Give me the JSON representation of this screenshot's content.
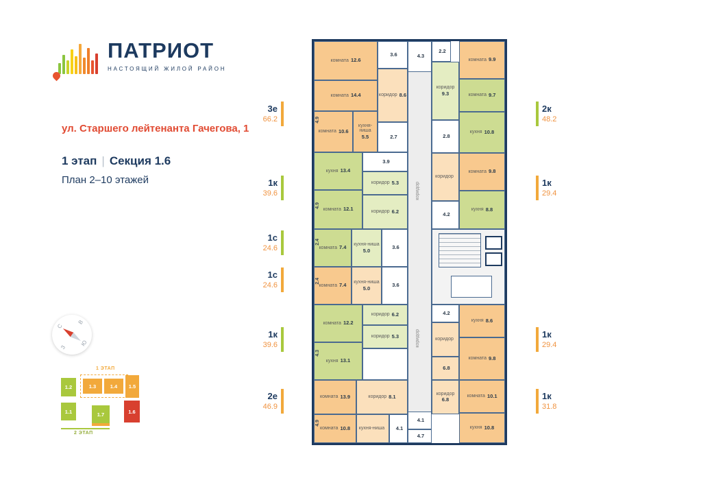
{
  "colors": {
    "navy": "#1d3a5f",
    "orange": "#f2a93b",
    "green": "#a9c83d",
    "red": "#d8402f",
    "address_red": "#e14b33"
  },
  "logo": {
    "title": "ПАТРИОТ",
    "subtitle": "НАСТОЯЩИЙ ЖИЛОЙ РАЙОН"
  },
  "header": {
    "address": "ул. Старшего лейтенанта Гачегова, 1",
    "stage": "1 этап",
    "separator": "|",
    "section": "Секция 1.6",
    "plan_range": "План 2–10 этажей"
  },
  "compass": {
    "north": "С",
    "south": "Ю",
    "west": "З",
    "east": "В"
  },
  "site_map": {
    "stage1_label": "1 ЭТАП",
    "stage2_label": "2 ЭТАП",
    "blocks": [
      {
        "label": "1.2",
        "color": "#a9c83d"
      },
      {
        "label": "1.3",
        "color": "#f2a93b"
      },
      {
        "label": "1.4",
        "color": "#f2a93b"
      },
      {
        "label": "1.5",
        "color": "#f2a93b"
      },
      {
        "label": "1.1",
        "color": "#a9c83d"
      },
      {
        "label": "1.7",
        "color": "#a9c83d"
      },
      {
        "label": "1.6",
        "color": "#d8402f"
      }
    ]
  },
  "apartments_left": [
    {
      "type": "3е",
      "area": "66.2",
      "accent": "#f2a93b"
    },
    {
      "type": "1к",
      "area": "39.6",
      "accent": "#a9c83d"
    },
    {
      "type": "1с",
      "area": "24.6",
      "accent": "#a9c83d"
    },
    {
      "type": "1с",
      "area": "24.6",
      "accent": "#f2a93b"
    },
    {
      "type": "1к",
      "area": "39.6",
      "accent": "#a9c83d"
    },
    {
      "type": "2е",
      "area": "46.9",
      "accent": "#f2a93b"
    }
  ],
  "apartments_right": [
    {
      "type": "2к",
      "area": "48.2",
      "accent": "#a9c83d"
    },
    {
      "type": "1к",
      "area": "29.4",
      "accent": "#f2a93b"
    },
    {
      "type": "1к",
      "area": "29.4",
      "accent": "#f2a93b"
    },
    {
      "type": "1к",
      "area": "31.8",
      "accent": "#f2a93b"
    }
  ],
  "plan": {
    "corridor_label": "коридор",
    "balconies": [
      "4.9",
      "4.9",
      "2.4",
      "2.4",
      "4.3",
      "4.9"
    ],
    "rooms": [
      {
        "label": "комната",
        "area": "12.6"
      },
      {
        "label": "",
        "area": "3.6"
      },
      {
        "label": "коридор",
        "area": "8.6"
      },
      {
        "label": "комната",
        "area": "14.4"
      },
      {
        "label": "комната",
        "area": "10.6"
      },
      {
        "label": "кухня-ниша",
        "area": "5.5"
      },
      {
        "label": "",
        "area": "2.7"
      },
      {
        "label": "кухня",
        "area": "13.4"
      },
      {
        "label": "",
        "area": "3.9"
      },
      {
        "label": "коридор",
        "area": "5.3"
      },
      {
        "label": "комната",
        "area": "12.1"
      },
      {
        "label": "коридор",
        "area": "6.2"
      },
      {
        "label": "комната",
        "area": "7.4"
      },
      {
        "label": "кухня-ниша",
        "area": "5.0"
      },
      {
        "label": "",
        "area": "3.6"
      },
      {
        "label": "комната",
        "area": "7.4"
      },
      {
        "label": "кухня-ниша",
        "area": "5.0"
      },
      {
        "label": "",
        "area": "3.6"
      },
      {
        "label": "комната",
        "area": "12.2"
      },
      {
        "label": "коридор",
        "area": "6.2"
      },
      {
        "label": "коридор",
        "area": "5.3"
      },
      {
        "label": "кухня",
        "area": "13.1"
      },
      {
        "label": "",
        "area": ""
      },
      {
        "label": "комната",
        "area": "13.9"
      },
      {
        "label": "коридор",
        "area": "8.1"
      },
      {
        "label": "комната",
        "area": "10.8"
      },
      {
        "label": "кухня-ниша",
        "area": ""
      },
      {
        "label": "",
        "area": "4.1"
      },
      {
        "label": "",
        "area": "4.3"
      },
      {
        "label": "",
        "area": "2.2"
      },
      {
        "label": "коридор",
        "area": "9.3"
      },
      {
        "label": "комната",
        "area": "9.9"
      },
      {
        "label": "комната",
        "area": "9.7"
      },
      {
        "label": "кухня",
        "area": "10.8"
      },
      {
        "label": "",
        "area": "2.8"
      },
      {
        "label": "коридор",
        "area": ""
      },
      {
        "label": "комната",
        "area": "9.8"
      },
      {
        "label": "кухня",
        "area": "8.8"
      },
      {
        "label": "",
        "area": "4.2"
      },
      {
        "label": "",
        "area": "4.2"
      },
      {
        "label": "кухня",
        "area": "8.6"
      },
      {
        "label": "коридор",
        "area": ""
      },
      {
        "label": "комната",
        "area": "9.8"
      },
      {
        "label": "",
        "area": "6.8"
      },
      {
        "label": "коридор",
        "area": "6.8"
      },
      {
        "label": "комната",
        "area": "10.1"
      },
      {
        "label": "кухня",
        "area": "10.8"
      },
      {
        "label": "",
        "area": "4.1"
      },
      {
        "label": "",
        "area": "4.7"
      }
    ]
  }
}
